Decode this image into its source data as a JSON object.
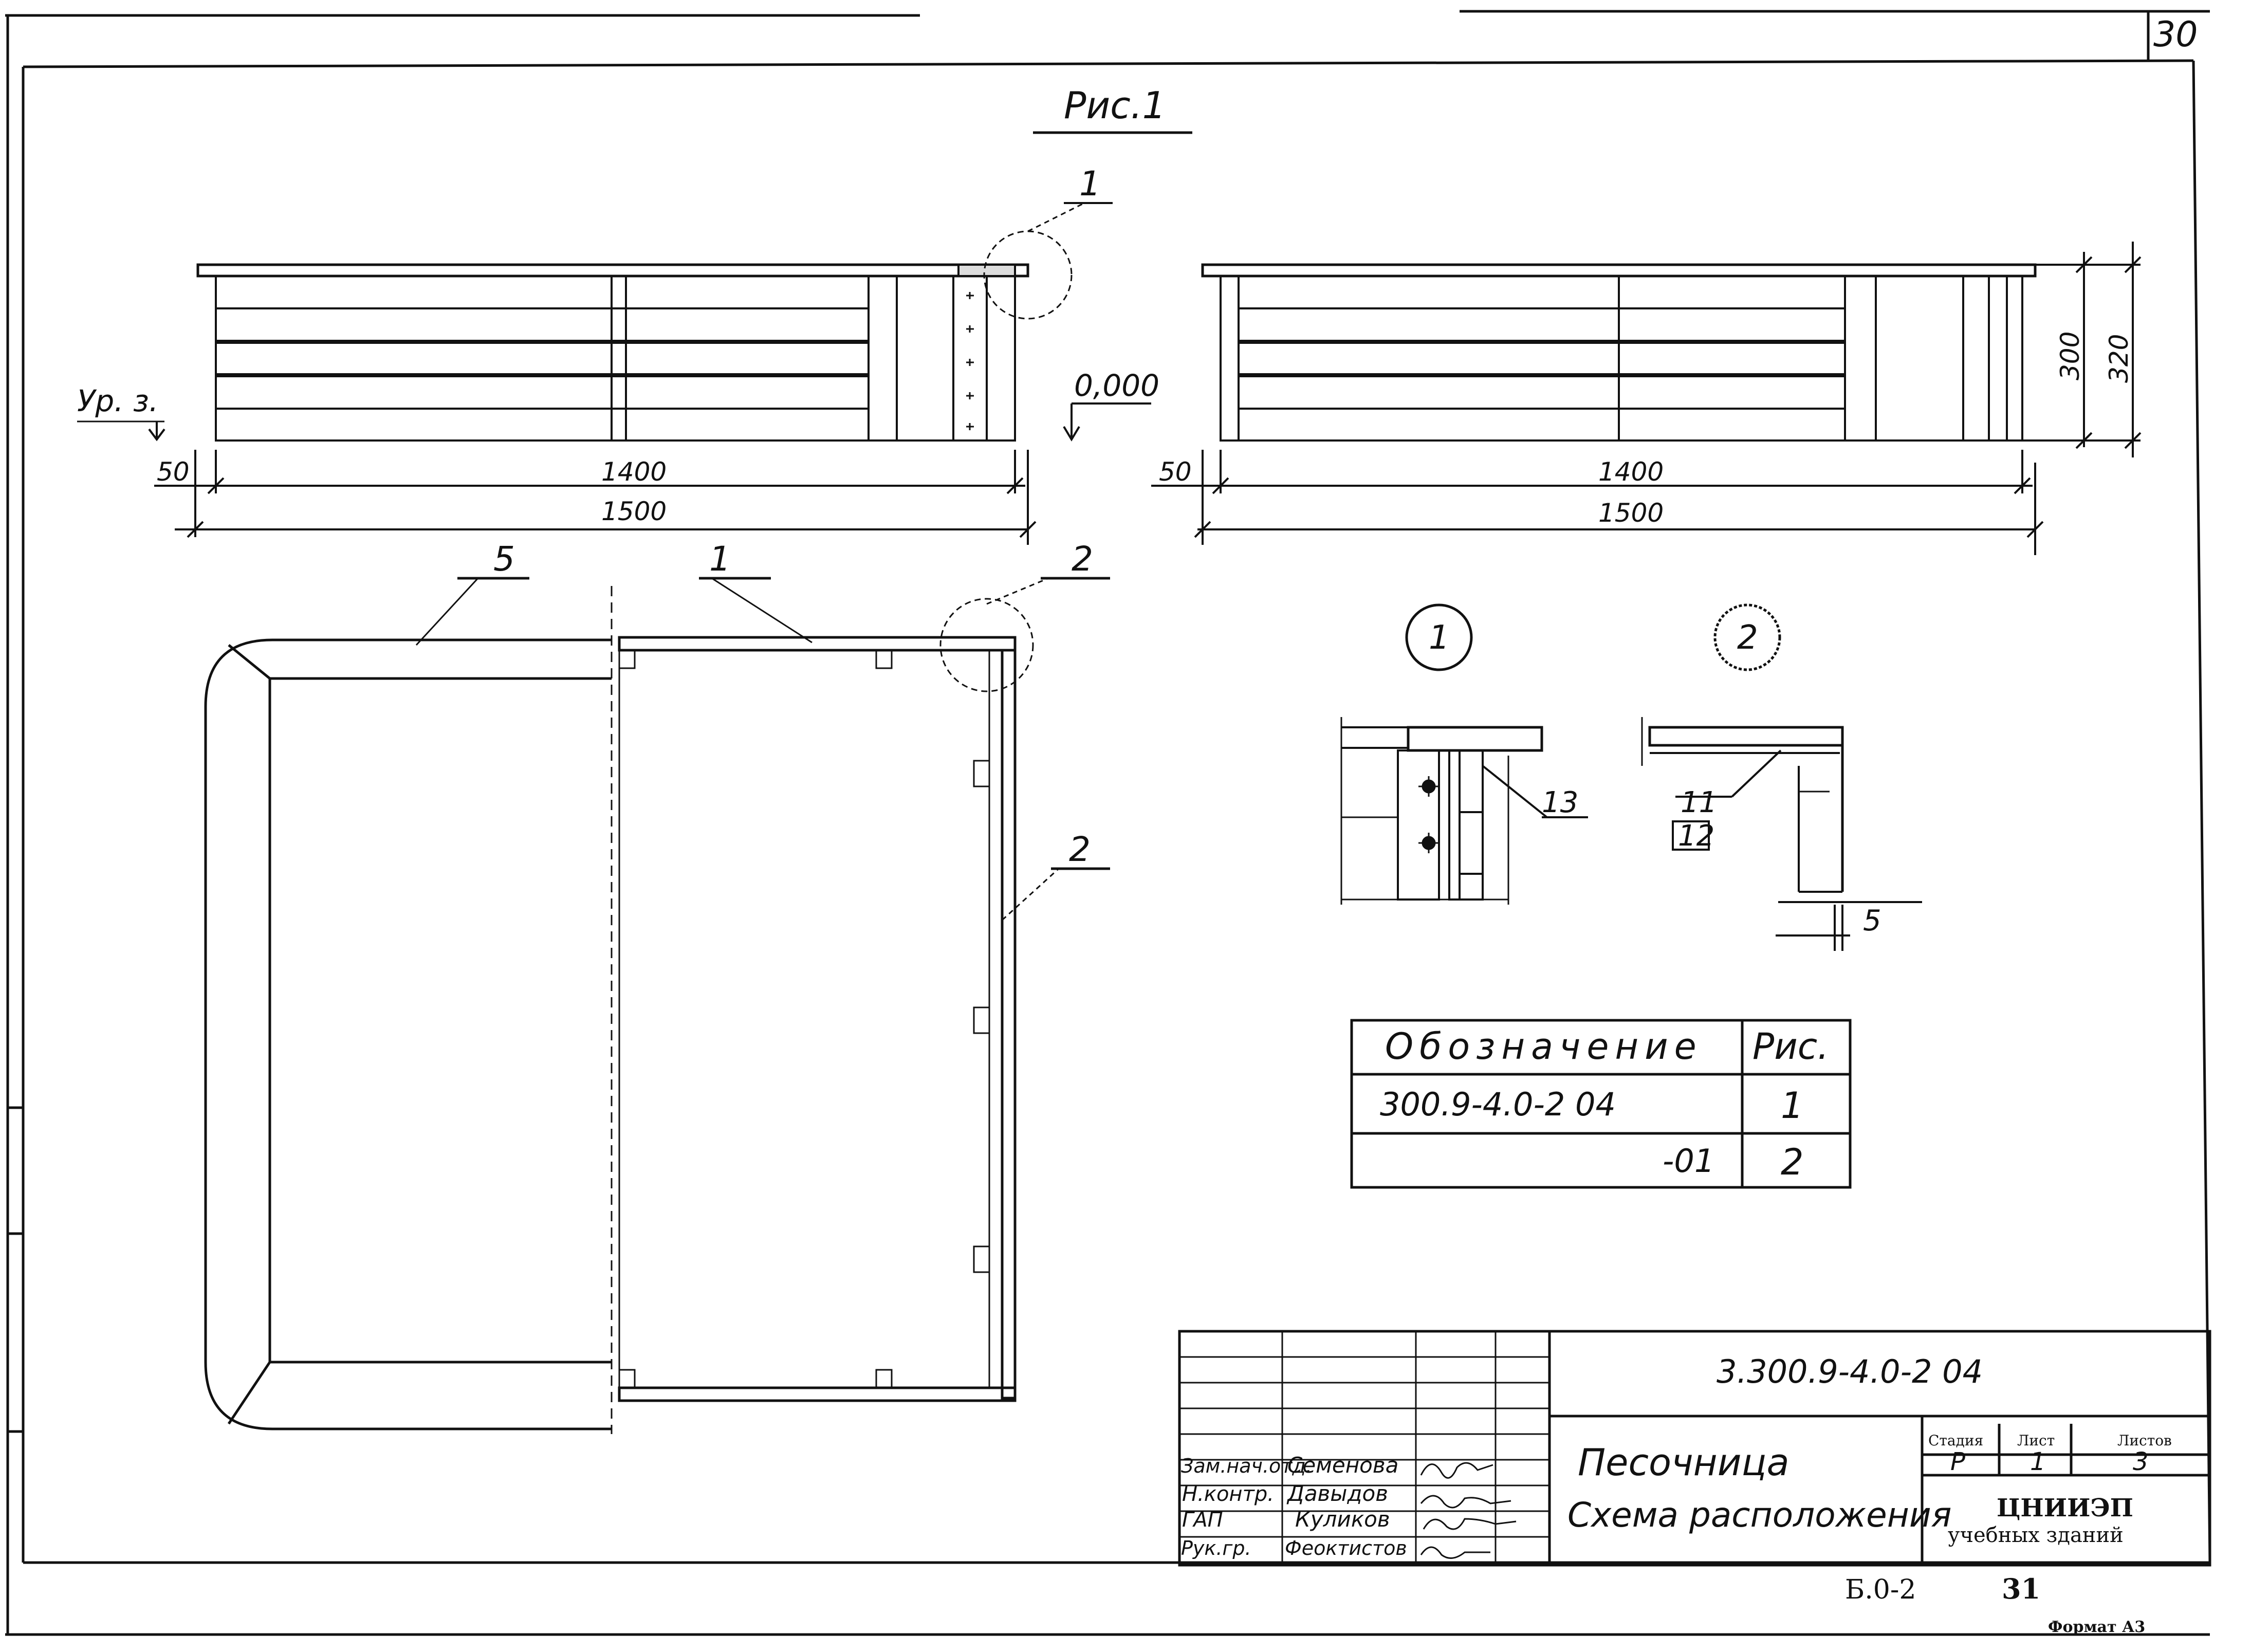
{
  "sheet": {
    "page_number": "30",
    "figure_title": "Рис.1",
    "format": "Формат А3"
  },
  "front_view": {
    "callout": "1",
    "level_label": "Ур. з.",
    "zero_mark": "0,000",
    "dim_offset": "50",
    "dim_inner": "1400",
    "dim_total": "1500"
  },
  "side_view": {
    "dim_offset": "50",
    "dim_inner": "1400",
    "dim_total": "1500",
    "height_inner": "300",
    "height_total": "320"
  },
  "plan_view": {
    "leader_5": "5",
    "leader_1": "1",
    "leader_2_top": "2",
    "leader_2_side": "2"
  },
  "details": {
    "detail_1_mark": "1",
    "detail_2_mark": "2",
    "item_13": "13",
    "item_11": "11",
    "item_12": "12",
    "gap_5": "5"
  },
  "spec_table": {
    "headers": [
      "Обозначение",
      "Рис."
    ],
    "rows": [
      [
        "300.9-4.0-2 04",
        "1"
      ],
      [
        "-01",
        "2"
      ]
    ]
  },
  "title_block": {
    "document_code": "3.300.9-4.0-2 04",
    "product_name": "Песочница",
    "sheet_title": "Схема расположения",
    "stage_label": "Стадия",
    "sheet_label": "Лист",
    "sheets_label": "Листов",
    "stage_value": "Р",
    "sheet_value": "1",
    "sheets_value": "3",
    "org_name": "ЦНИИЭП",
    "org_sub": "учебных зданий",
    "roles": [
      {
        "role": "Зам.нач.отд.",
        "name": "Семенова"
      },
      {
        "role": "Н.контр.",
        "name": "Давыдов"
      },
      {
        "role": "ГАП",
        "name": "Куликов"
      },
      {
        "role": "Рук.гр.",
        "name": "Феоктистов"
      }
    ]
  },
  "footer": {
    "series": "Б.0-2",
    "page": "31"
  }
}
